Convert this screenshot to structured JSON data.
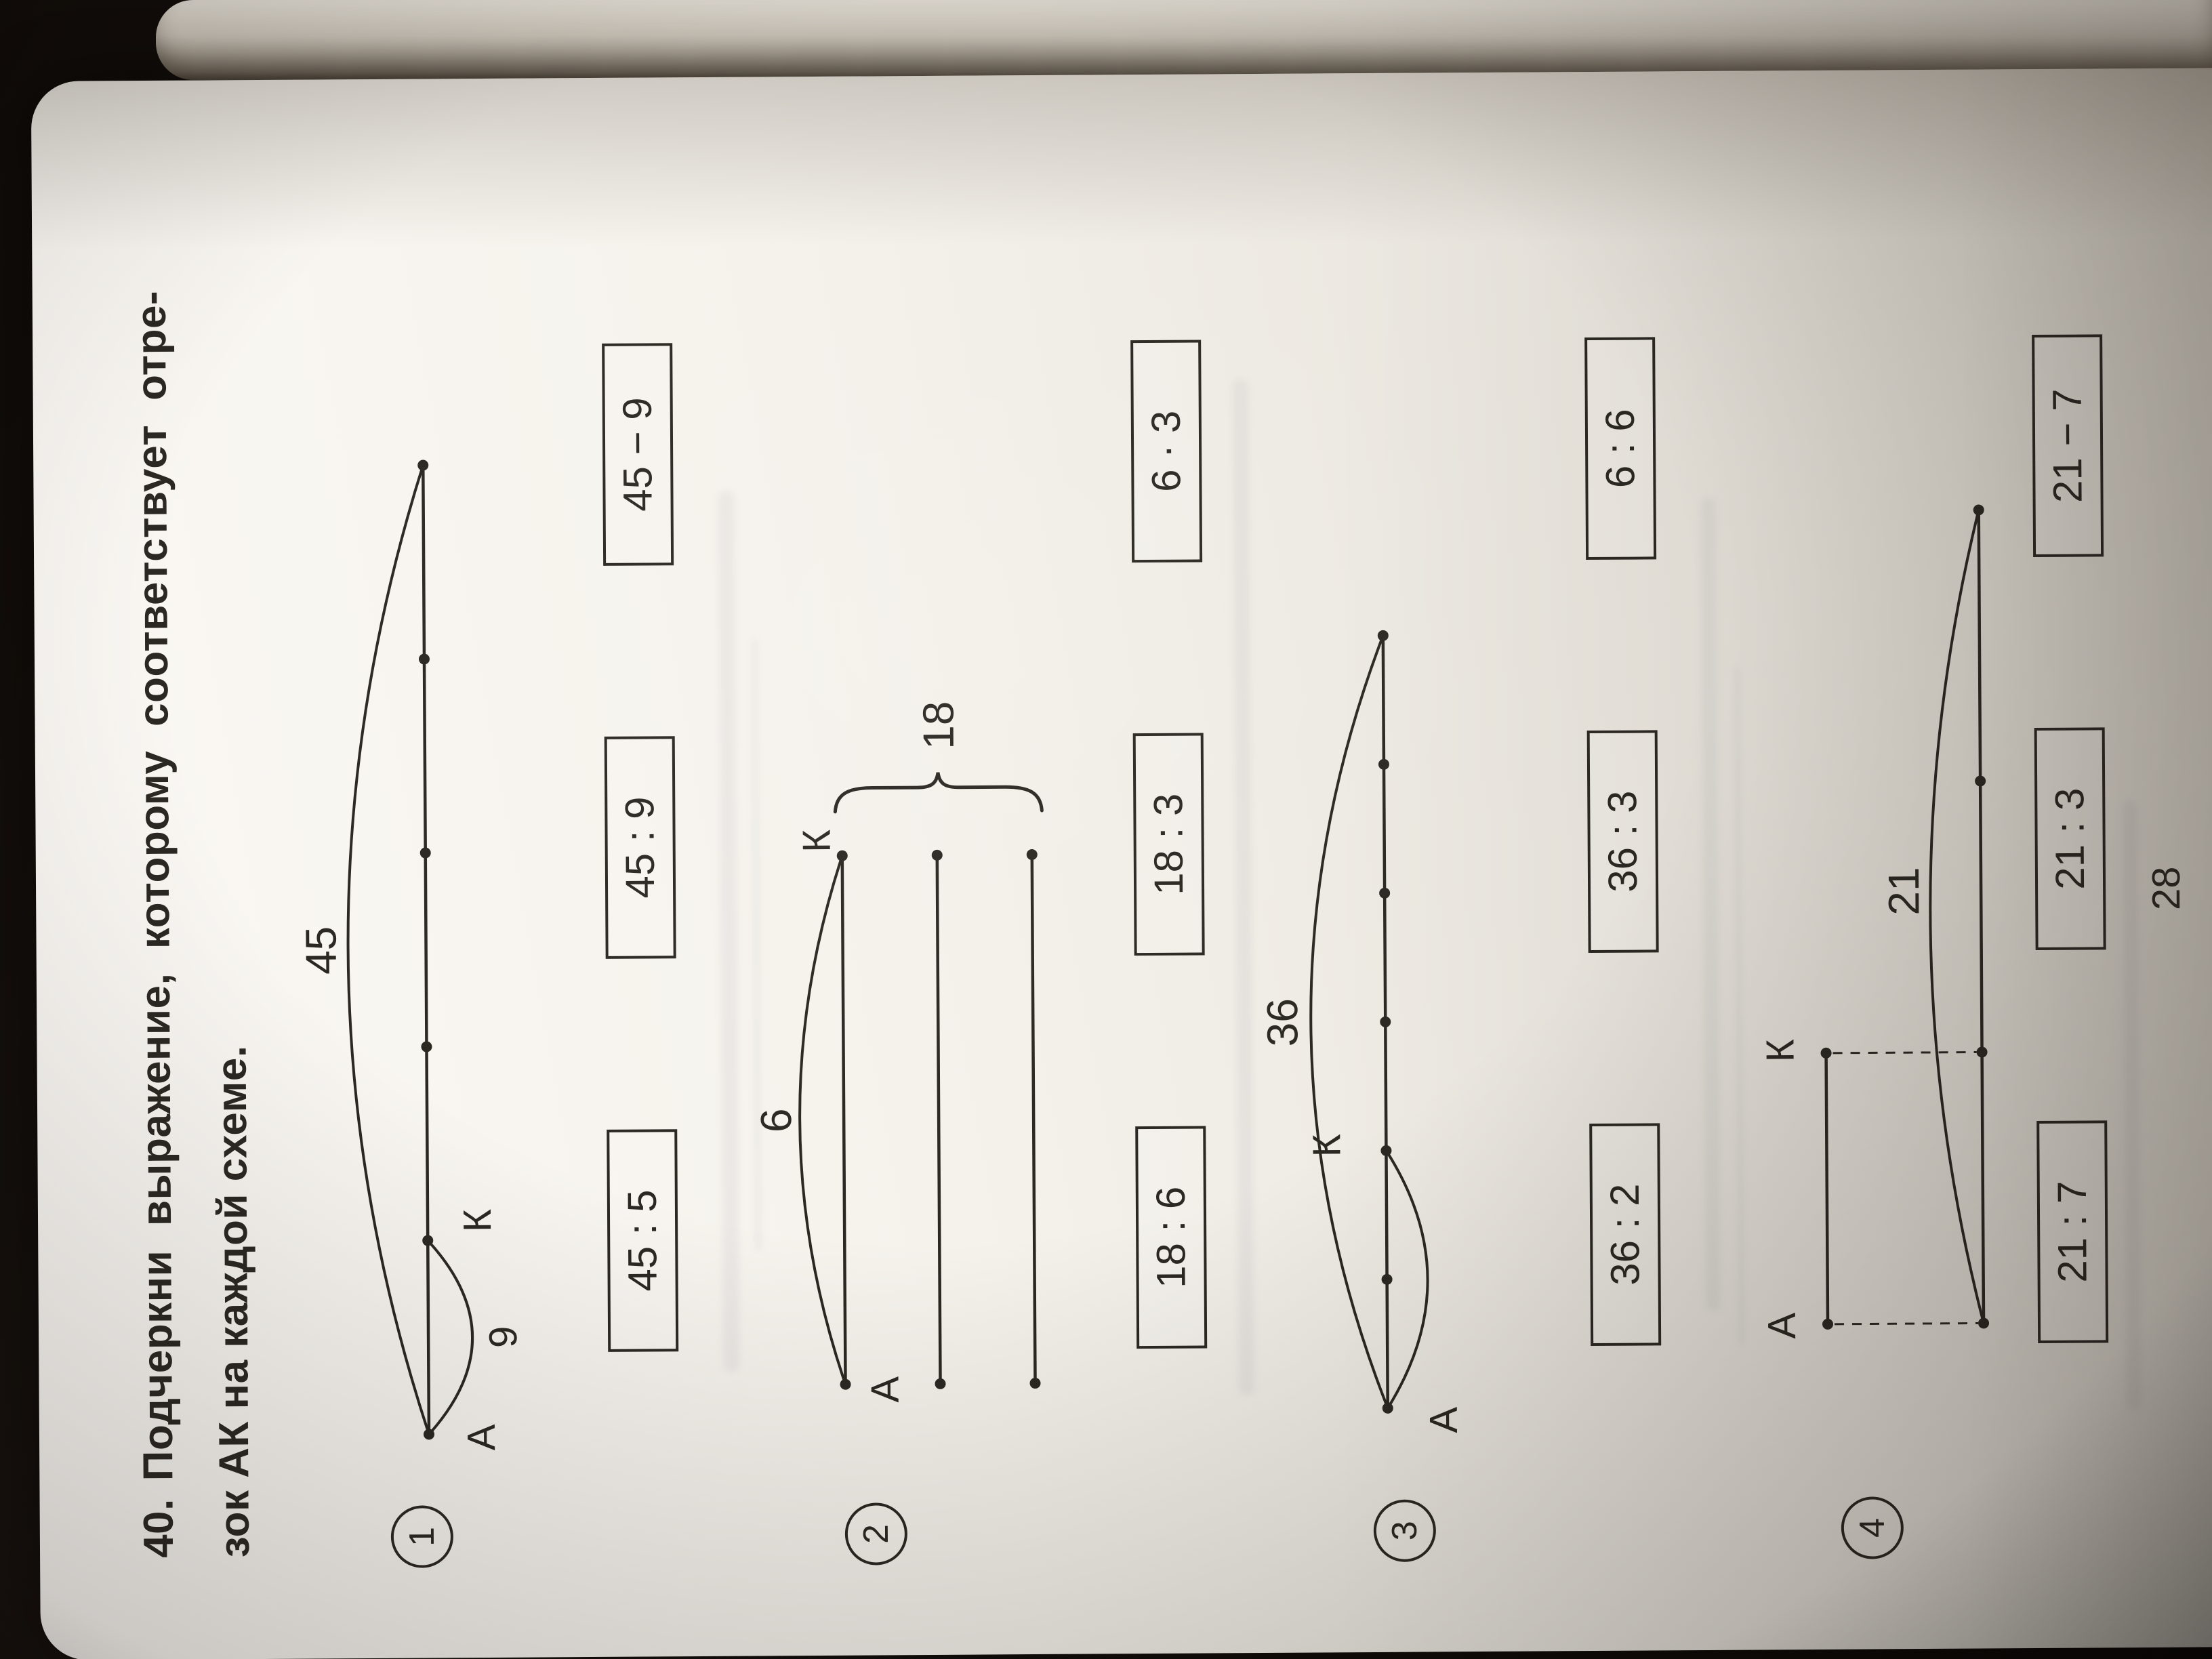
{
  "page_number": "28",
  "colors": {
    "ink": "#2b2722",
    "paper": "#f5f2ec"
  },
  "title": {
    "number": "40.",
    "line1": "Подчеркни выражение, которому соответствует отре-",
    "line2": "зок АК на каждой схеме."
  },
  "sections": [
    {
      "badge": "1",
      "diagram": {
        "total_label": "45",
        "part_label": "9",
        "point_a": "А",
        "point_k": "К"
      },
      "options": [
        "45 : 5",
        "45 : 9",
        "45 − 9"
      ]
    },
    {
      "badge": "2",
      "diagram": {
        "segment_label": "6",
        "brace_label": "18",
        "point_a": "А",
        "point_k": "К"
      },
      "options": [
        "18 : 6",
        "18 : 3",
        "6 · 3"
      ]
    },
    {
      "badge": "3",
      "diagram": {
        "total_label": "36",
        "point_a": "А",
        "point_k": "К"
      },
      "options": [
        "36 : 2",
        "36 : 3",
        "6 : 6"
      ]
    },
    {
      "badge": "4",
      "diagram": {
        "total_label": "21",
        "point_a": "А",
        "point_k": "К"
      },
      "options": [
        "21 : 7",
        "21 : 3",
        "21 − 7"
      ]
    }
  ]
}
